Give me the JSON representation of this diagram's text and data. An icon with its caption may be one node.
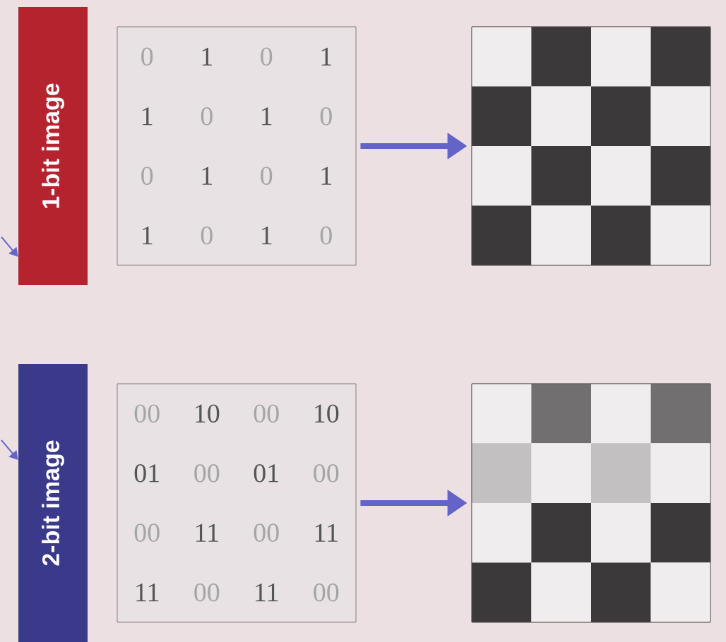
{
  "diagram": {
    "nodes": [
      {
        "text": [
          "1-bit image"
        ]
      },
      {
        "text": [
          "0",
          "1",
          "0",
          "1",
          "1",
          "0",
          "1",
          "0",
          "0",
          "1",
          "0",
          "1",
          "1",
          "0",
          "1",
          "0"
        ]
      },
      {
        "text": [],
        "shape": "box"
      },
      {
        "text": [
          "2-bit image"
        ]
      },
      {
        "text": [
          "00",
          "10",
          "00",
          "10",
          "01",
          "00",
          "01",
          "00",
          "00",
          "11",
          "00",
          "11",
          "11",
          "00",
          "11",
          "00"
        ]
      },
      {
        "text": [],
        "shape": "box"
      }
    ],
    "edges": [
      {
        "from": null,
        "to": 0,
        "arrow": "to"
      },
      {
        "from": 1,
        "to": 2,
        "arrow": "to",
        "style": "thick"
      },
      {
        "from": null,
        "to": 3,
        "arrow": "to"
      },
      {
        "from": 4,
        "to": 5,
        "arrow": "to",
        "style": "thick"
      }
    ]
  }
}
